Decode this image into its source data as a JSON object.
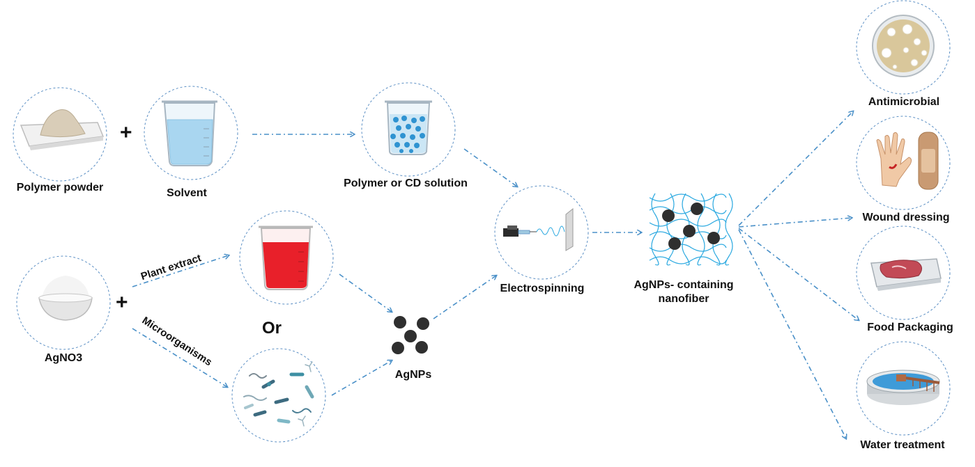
{
  "labels": {
    "polymer_powder": "Polymer powder",
    "solvent": "Solvent",
    "polymer_solution": "Polymer or CD solution",
    "agno3": "AgNO3",
    "plant_extract": "Plant extract",
    "microorganisms": "Microorganisms",
    "or": "Or",
    "agnps": "AgNPs",
    "electrospinning": "Electrospinning",
    "nanofiber_line1": "AgNPs- containing",
    "nanofiber_line2": "nanofiber",
    "antimicrobial": "Antimicrobial",
    "wound_dressing": "Wound dressing",
    "food_packaging": "Food Packaging",
    "water_treatment": "Water treatment",
    "plus": "+"
  },
  "colors": {
    "arrow": "#4a90c8",
    "circle_border": "#5b8fc4",
    "water": "#a9d6f0",
    "red_extract": "#e8202a",
    "particle": "#2f2f2f",
    "fiber": "#29a8e0"
  }
}
